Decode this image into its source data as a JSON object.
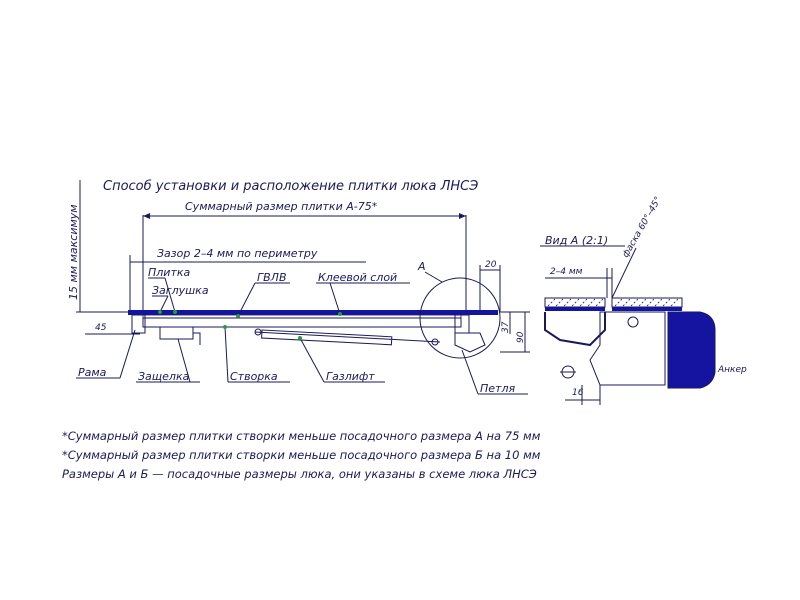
{
  "title": "Способ установки и расположение плитки люка ЛНСЭ",
  "dimensions": {
    "tile_total": "Суммарный размер плитки А-75*",
    "gap": "Зазор 2–4 мм по периметру",
    "max15": "15 мм максимум",
    "d45": "45",
    "d20": "20",
    "d37": "37",
    "d90": "90",
    "d16": "16",
    "gap_detail": "2–4 мм",
    "chamfer": "фаска 60°–45°"
  },
  "labels": {
    "tile": "Плитка",
    "plug": "Заглушка",
    "gvlv": "ГВЛВ",
    "glue": "Клеевой слой",
    "A": "А",
    "frame": "Рама",
    "latch": "Защелка",
    "sash": "Створка",
    "gaslift": "Газлифт",
    "hinge": "Петля",
    "view_a": "Вид А (2:1)",
    "anchor": "Анкер"
  },
  "notes": [
    "*Суммарный размер плитки створки меньше посадочного размера А на 75 мм",
    "*Суммарный размер плитки створки меньше посадочного размера Б на 10 мм",
    "Размеры А и Б —  посадочные размеры люка, они указаны в схеме люка ЛНСЭ"
  ],
  "colors": {
    "ink": "#1a1a5a",
    "fill_blue": "#1414a0",
    "accent_green": "#2a9a3a"
  }
}
